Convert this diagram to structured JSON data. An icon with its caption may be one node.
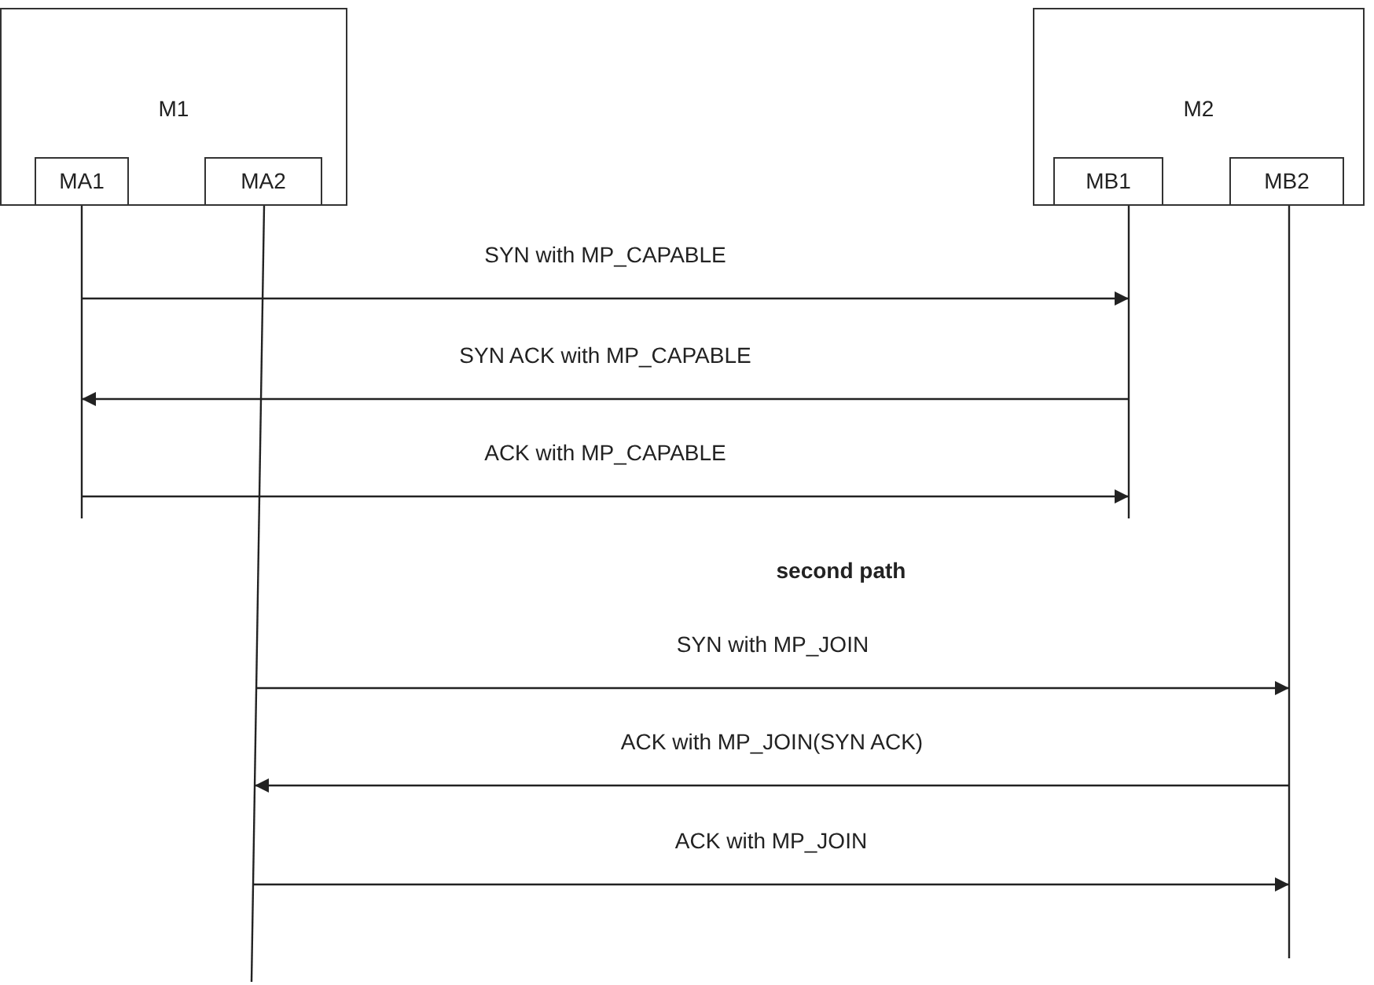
{
  "diagram": {
    "nodes": [
      {
        "text": [
          "M1"
        ]
      },
      {
        "text": [
          "MA1"
        ],
        "in": 0
      },
      {
        "text": [
          "MA2"
        ],
        "in": 0
      },
      {
        "text": [
          "M2"
        ]
      },
      {
        "text": [
          "MB1"
        ],
        "in": 3
      },
      {
        "text": [
          "MB2"
        ],
        "in": 3
      },
      {
        "text": [],
        "shape": "line"
      },
      {
        "text": [],
        "shape": "line"
      },
      {
        "text": [],
        "shape": "line"
      },
      {
        "text": [],
        "shape": "line"
      }
    ],
    "edges": [
      {
        "from": 6,
        "to": 8,
        "arrow": "to",
        "label": "SYN with MP_CAPABLE"
      },
      {
        "from": 8,
        "to": 6,
        "arrow": "to",
        "label": "SYN ACK with MP_CAPABLE"
      },
      {
        "from": 6,
        "to": 8,
        "arrow": "to",
        "label": "ACK with MP_CAPABLE"
      },
      {
        "from": 7,
        "to": 9,
        "arrow": "to",
        "label": "SYN with MP_JOIN"
      },
      {
        "from": 9,
        "to": 7,
        "arrow": "to",
        "label": "ACK with MP_JOIN(SYN ACK)"
      },
      {
        "from": 7,
        "to": 9,
        "arrow": "to",
        "label": "ACK with MP_JOIN"
      }
    ],
    "labels": [
      "second path"
    ]
  }
}
